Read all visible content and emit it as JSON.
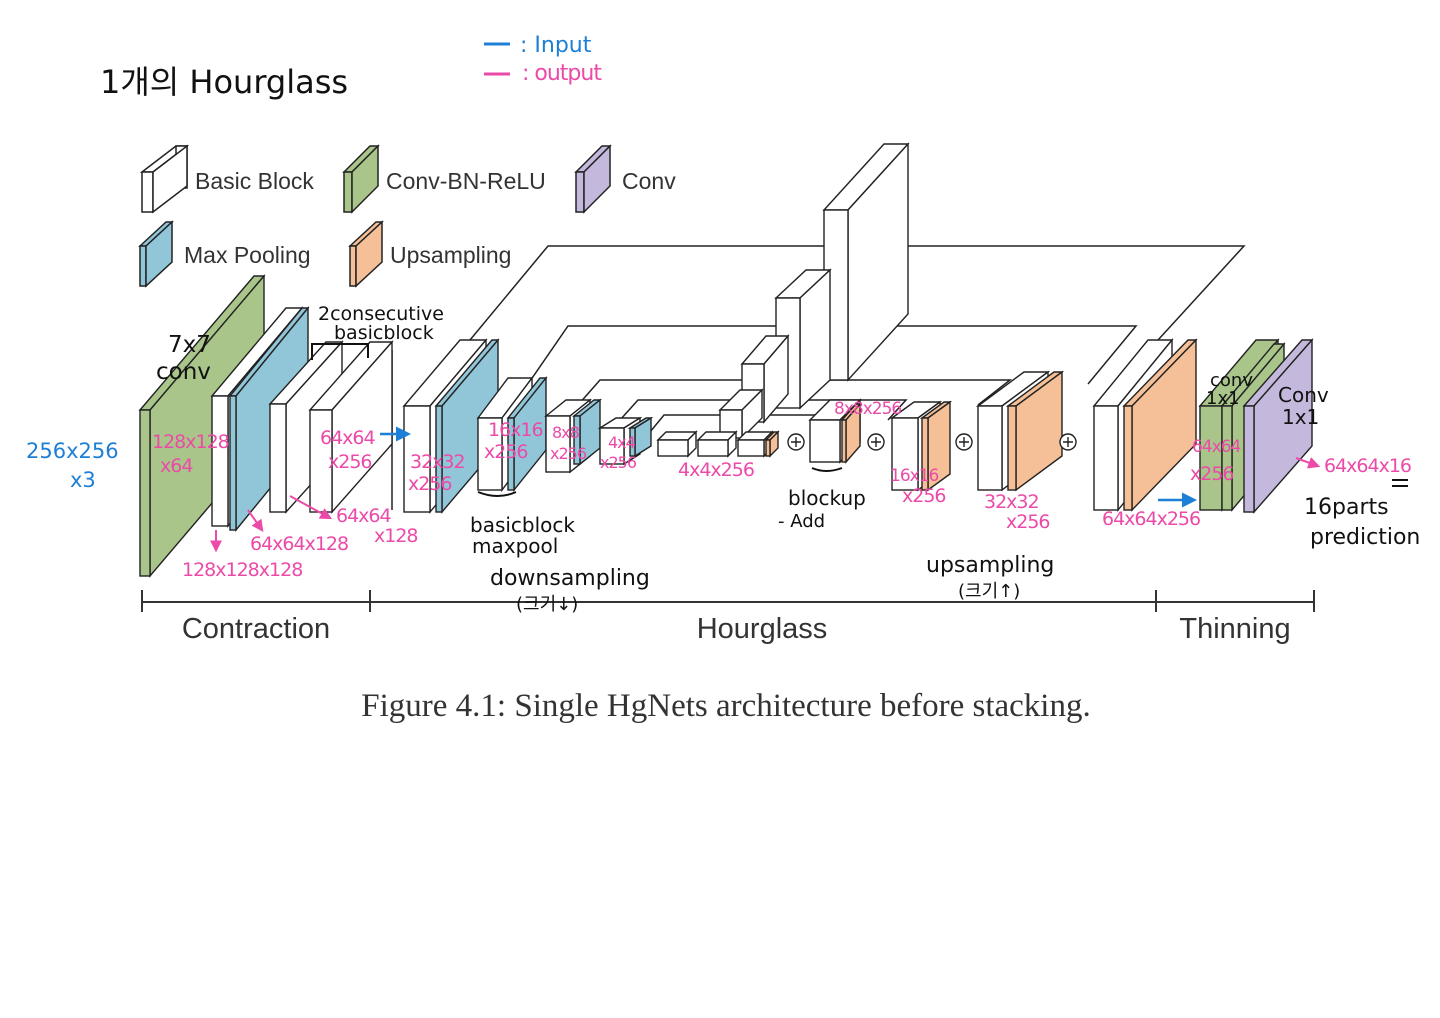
{
  "header": {
    "title": "1개의 Hourglass",
    "input_legend": ": Input",
    "output_legend": ": output"
  },
  "legend": {
    "items": [
      {
        "label": "Basic Block",
        "color": "#ffffff",
        "icon": "basic-block-icon"
      },
      {
        "label": "Conv-BN-ReLU",
        "color": "#a9c58a",
        "icon": "conv-bn-relu-icon"
      },
      {
        "label": "Conv",
        "color": "#c4b9dc",
        "icon": "conv-icon"
      },
      {
        "label": "Max Pooling",
        "color": "#91c6d8",
        "icon": "max-pooling-icon"
      },
      {
        "label": "Upsampling",
        "color": "#f5c097",
        "icon": "upsampling-icon"
      }
    ]
  },
  "colors": {
    "annotation_pink": "#ec4aa8",
    "annotation_blue": "#1d7fd6",
    "annotation_black": "#111111",
    "block_green": "#a9c58a",
    "block_blue": "#91c6d8",
    "block_orange": "#f5c097",
    "block_purple": "#c4b9dc"
  },
  "annotations": {
    "input_size": [
      "256x256",
      "x3"
    ],
    "conv7_label": [
      "7x7",
      "conv"
    ],
    "c1_size": [
      "128x128",
      "x64"
    ],
    "c1_out": "128x128x128",
    "c2_out": "64x64x128",
    "two_basic": [
      "2consecutive",
      "basicblock"
    ],
    "c3_size": [
      "64x64",
      "x256"
    ],
    "c3_out": [
      "64x64",
      "x128"
    ],
    "d1_size": [
      "32x32",
      "x256"
    ],
    "d2_size": [
      "16x16",
      "x256"
    ],
    "d3_size": [
      "8x8",
      "x256"
    ],
    "d4_size": [
      "4x4",
      "x256"
    ],
    "bottom_size": "4x4x256",
    "u1_top": "8x8x256",
    "u2_size": [
      "16x16",
      "x256"
    ],
    "u3_size": [
      "32x32",
      "x256"
    ],
    "u4_size": "64x64x256",
    "thin_size": [
      "64x64",
      "x256"
    ],
    "conv1_a": [
      "conv",
      "1x1"
    ],
    "conv1_b": [
      "Conv",
      "1x1"
    ],
    "final_out": "64x64x16",
    "parts": [
      "16parts",
      "prediction"
    ],
    "basicblock_maxpool": [
      "basicblock",
      "maxpool"
    ],
    "blockup_add": [
      "blockup",
      "- Add"
    ],
    "downsampling": [
      "downsampling",
      "(크기↓)"
    ],
    "upsampling": [
      "upsampling",
      "(크기↑)"
    ]
  },
  "sections": {
    "contraction": "Contraction",
    "hourglass": "Hourglass",
    "thinning": "Thinning"
  },
  "caption": "Figure 4.1: Single HgNets architecture before stacking."
}
